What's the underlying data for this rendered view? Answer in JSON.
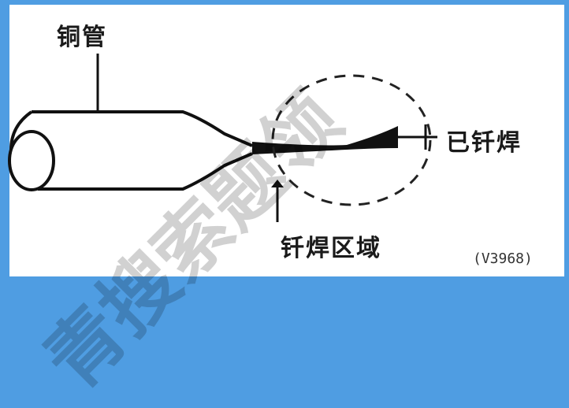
{
  "diagram": {
    "labels": {
      "copper_pipe": "铜管",
      "brazed": "已钎焊",
      "brazing_zone": "钎焊区域",
      "figure_code": "(V3968)"
    },
    "watermark": "青搜索题领"
  }
}
